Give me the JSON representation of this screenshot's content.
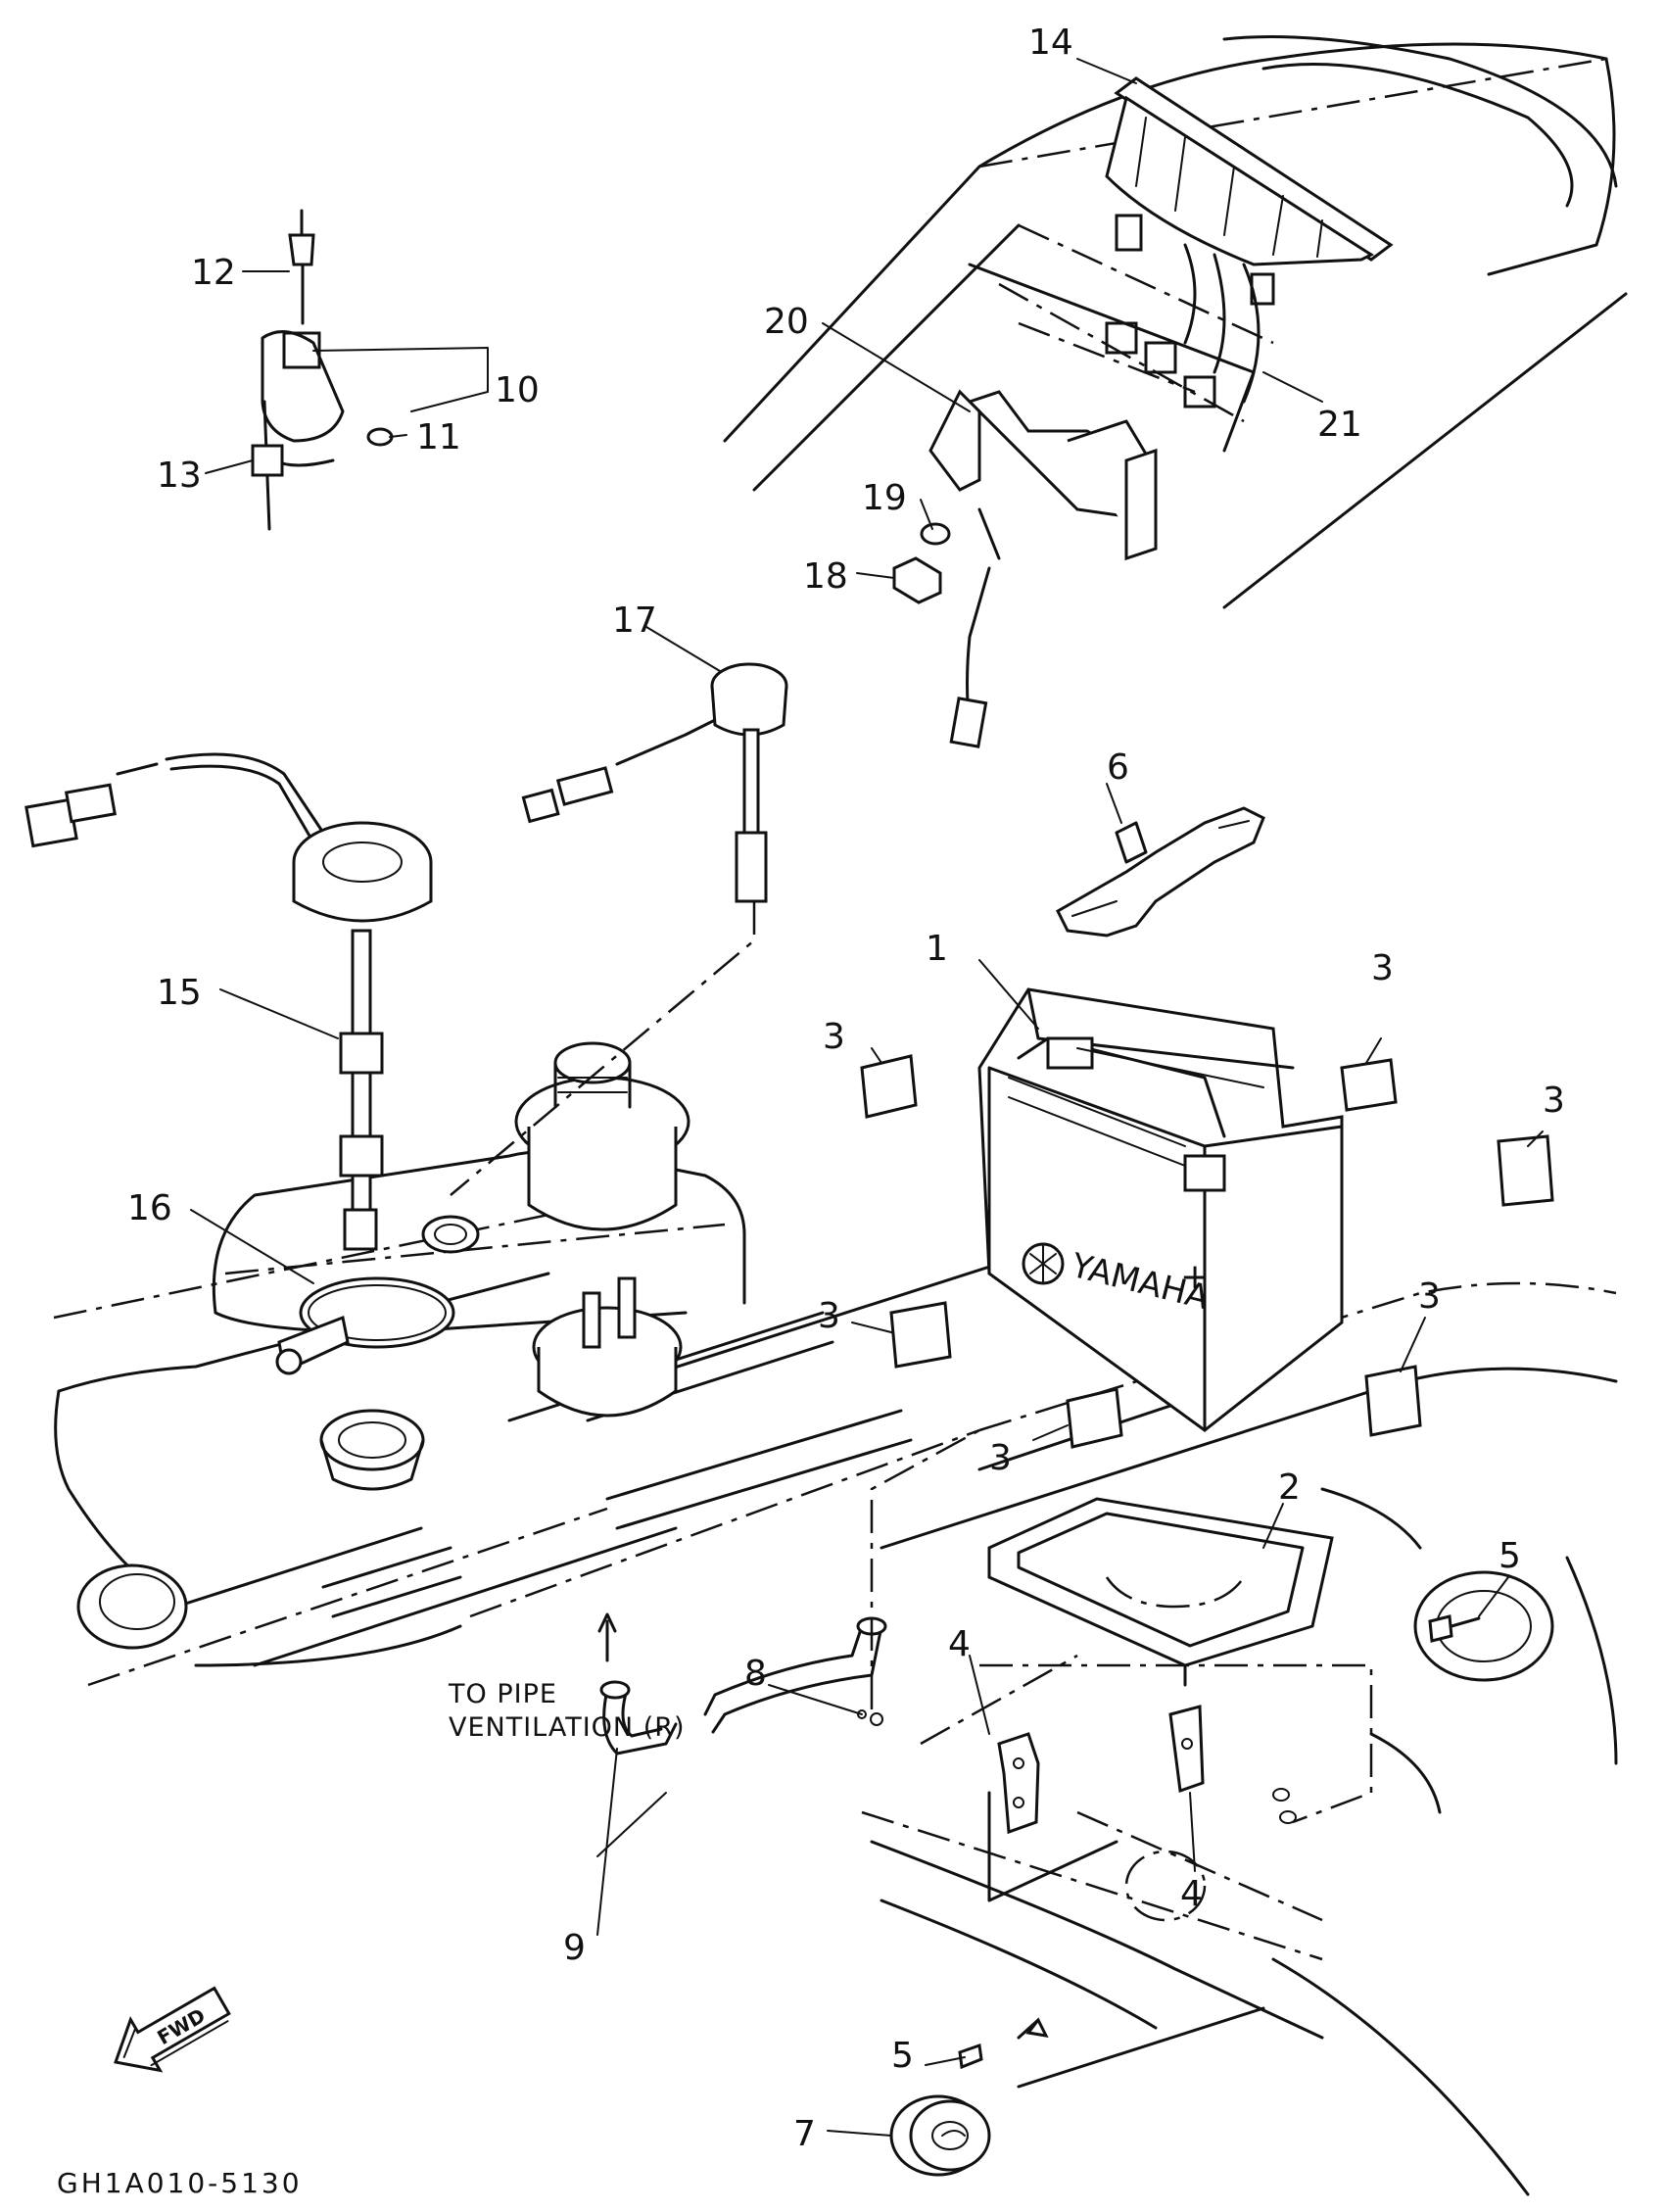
{
  "callouts": [
    "1",
    "2",
    "3",
    "4",
    "5",
    "6",
    "7",
    "8",
    "9",
    "10",
    "11",
    "12",
    "13",
    "14",
    "15",
    "16",
    "17",
    "18",
    "19",
    "20",
    "21"
  ],
  "note": {
    "line1": "TO PIPE",
    "line2": "VENTILATION (R)"
  },
  "battery_brand": "YAMAHA",
  "fwd_label": "FWD",
  "diagram_code": "GH1A010-5130"
}
